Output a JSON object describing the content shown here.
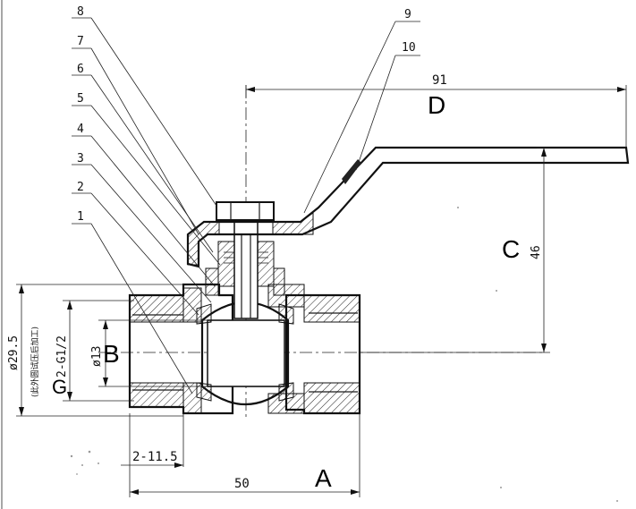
{
  "callouts": [
    "8",
    "7",
    "6",
    "5",
    "4",
    "3",
    "2",
    "1",
    "9",
    "10"
  ],
  "dimensions": {
    "overall_length": "91",
    "height": "46",
    "body_length": "50",
    "thread_length": "2-11.5",
    "outer_diameter": "ø29.5",
    "outer_diameter_note": "(此外圆试压后加工)",
    "thread_spec": "2-G1/2",
    "bore_diameter": "ø13"
  },
  "labels": {
    "a": "A",
    "b": "B",
    "c": "C",
    "d": "D",
    "g": "G"
  }
}
